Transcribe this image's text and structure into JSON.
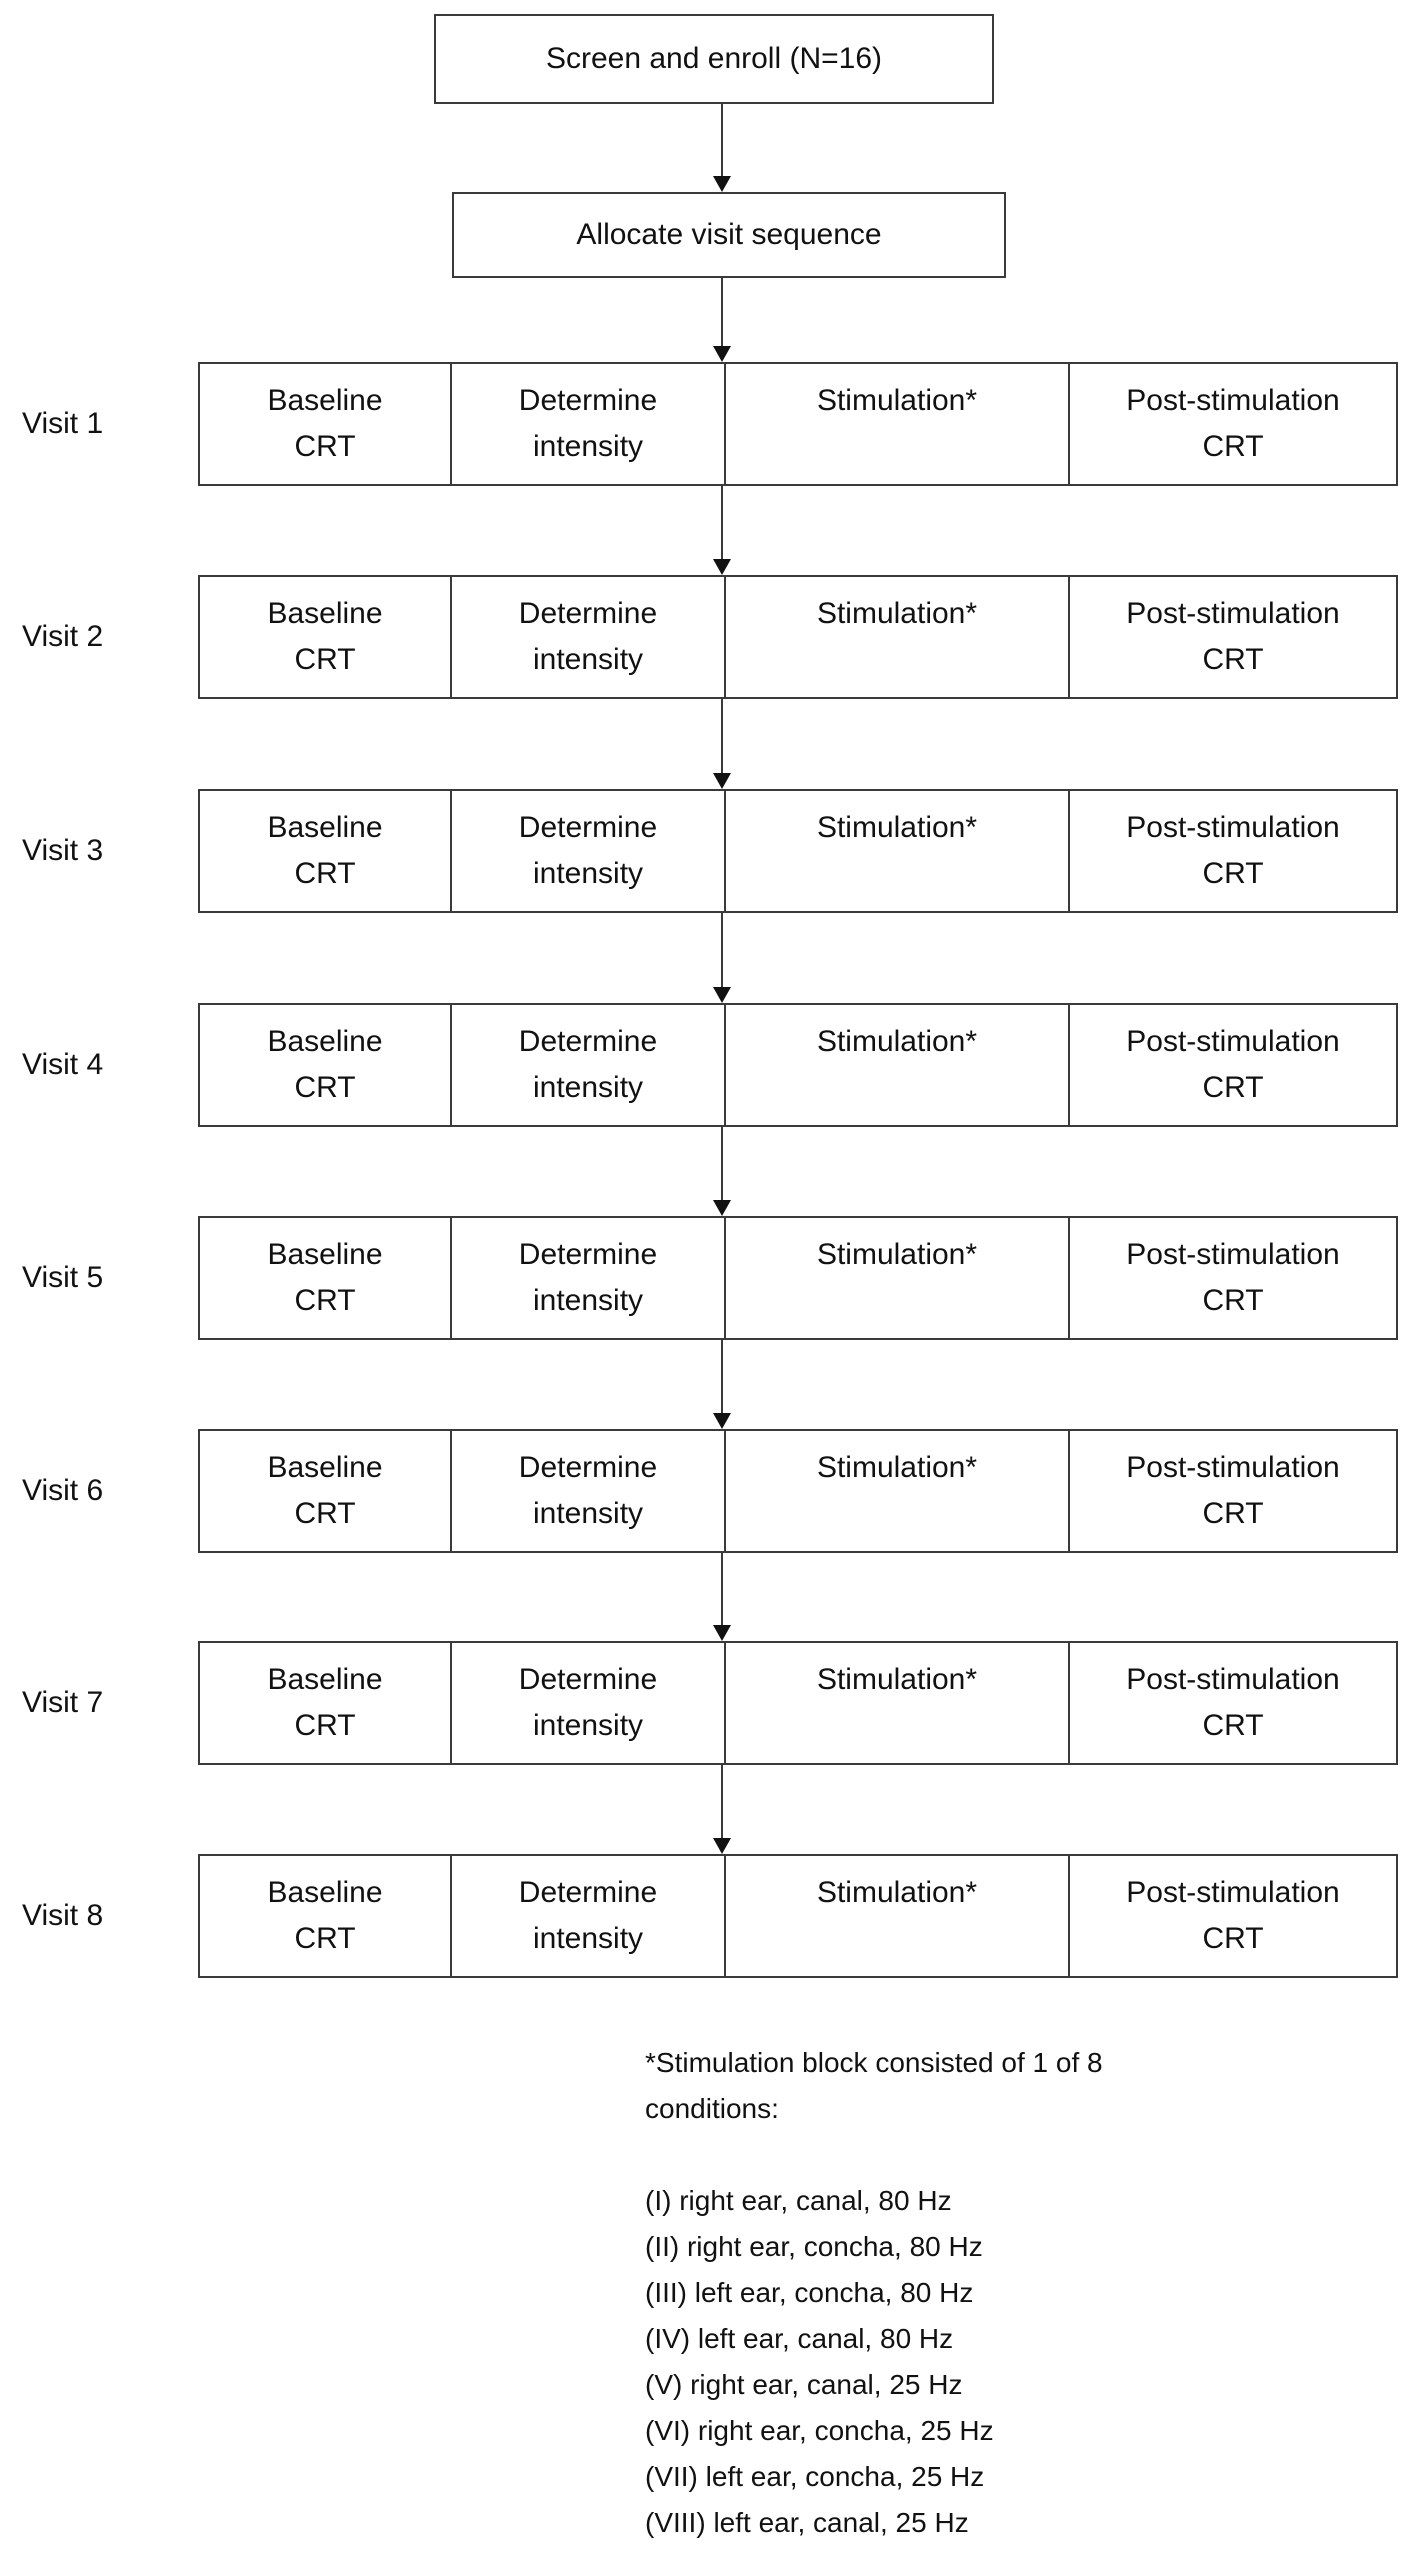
{
  "top_boxes": {
    "enroll": "Screen and enroll (N=16)",
    "allocate": "Allocate visit sequence"
  },
  "visits": [
    {
      "label": "Visit 1",
      "cells": [
        [
          "Baseline",
          "CRT"
        ],
        [
          "Determine",
          "intensity"
        ],
        [
          "Stimulation*",
          ""
        ],
        [
          "Post-stimulation",
          "CRT"
        ]
      ]
    },
    {
      "label": "Visit 2",
      "cells": [
        [
          "Baseline",
          "CRT"
        ],
        [
          "Determine",
          "intensity"
        ],
        [
          "Stimulation*",
          ""
        ],
        [
          "Post-stimulation",
          "CRT"
        ]
      ]
    },
    {
      "label": "Visit 3",
      "cells": [
        [
          "Baseline",
          "CRT"
        ],
        [
          "Determine",
          "intensity"
        ],
        [
          "Stimulation*",
          ""
        ],
        [
          "Post-stimulation",
          "CRT"
        ]
      ]
    },
    {
      "label": "Visit 4",
      "cells": [
        [
          "Baseline",
          "CRT"
        ],
        [
          "Determine",
          "intensity"
        ],
        [
          "Stimulation*",
          ""
        ],
        [
          "Post-stimulation",
          "CRT"
        ]
      ]
    },
    {
      "label": "Visit 5",
      "cells": [
        [
          "Baseline",
          "CRT"
        ],
        [
          "Determine",
          "intensity"
        ],
        [
          "Stimulation*",
          ""
        ],
        [
          "Post-stimulation",
          "CRT"
        ]
      ]
    },
    {
      "label": "Visit 6",
      "cells": [
        [
          "Baseline",
          "CRT"
        ],
        [
          "Determine",
          "intensity"
        ],
        [
          "Stimulation*",
          ""
        ],
        [
          "Post-stimulation",
          "CRT"
        ]
      ]
    },
    {
      "label": "Visit 7",
      "cells": [
        [
          "Baseline",
          "CRT"
        ],
        [
          "Determine",
          "intensity"
        ],
        [
          "Stimulation*",
          ""
        ],
        [
          "Post-stimulation",
          "CRT"
        ]
      ]
    },
    {
      "label": "Visit 8",
      "cells": [
        [
          "Baseline",
          "CRT"
        ],
        [
          "Determine",
          "intensity"
        ],
        [
          "Stimulation*",
          ""
        ],
        [
          "Post-stimulation",
          "CRT"
        ]
      ]
    }
  ],
  "footnote": {
    "intro_line1": "*Stimulation block consisted of 1 of 8",
    "intro_line2": "conditions:",
    "conditions": [
      "(I) right ear, canal, 80 Hz",
      "(II) right ear, concha, 80 Hz",
      "(III) left ear, concha, 80 Hz",
      "(IV) left ear, canal, 80 Hz",
      "(V) right ear, canal, 25 Hz",
      "(VI) right ear, concha, 25 Hz",
      "(VII) left ear, concha, 25 Hz",
      "(VIII) left ear, canal, 25 Hz"
    ]
  },
  "colors": {
    "stroke": "#3a3a3a",
    "text": "#111111",
    "background": "#ffffff"
  }
}
